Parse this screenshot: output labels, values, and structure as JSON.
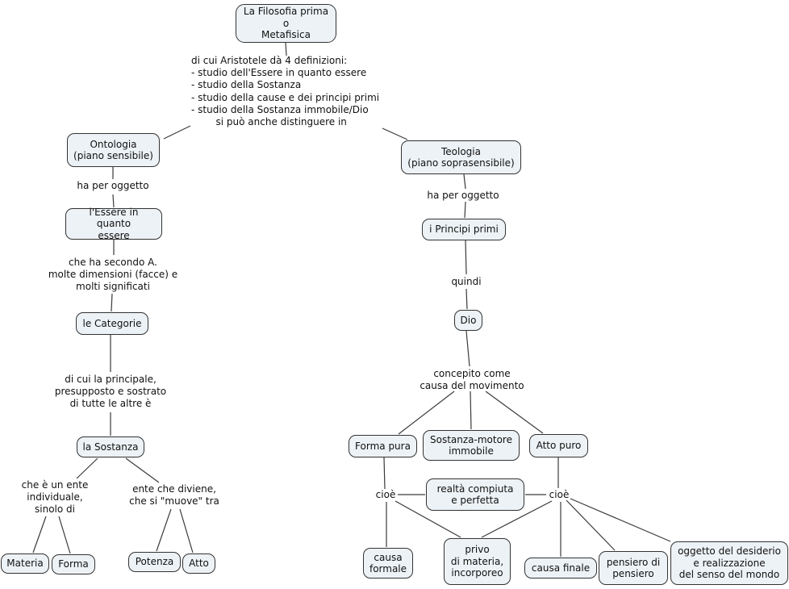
{
  "diagram": {
    "title_node": "La Filosofia prima\no\nMetafisica",
    "nodes": {
      "filosofia": "La Filosofia prima\no\nMetafisica",
      "ontologia": "Ontologia\n(piano sensibile)",
      "essere": "l'Essere in quanto\nessere",
      "categorie": "le Categorie",
      "sostanza": "la Sostanza",
      "materia": "Materia",
      "forma": "Forma",
      "potenza": "Potenza",
      "atto": "Atto",
      "teologia": "Teologia\n(piano soprasensibile)",
      "principi_primi": "i Principi primi",
      "dio": "Dio",
      "forma_pura": "Forma pura",
      "sostanza_motore": "Sostanza-motore\nimmobile",
      "atto_puro": "Atto puro",
      "realta_compiuta": "realtà compiuta\ne perfetta",
      "causa_formale": "causa\nformale",
      "privo_materia": "privo\ndi materia,\nincorporeo",
      "causa_finale": "causa finale",
      "pensiero_pensiero": "pensiero di\npensiero",
      "oggetto_desiderio": "oggetto del desiderio\ne realizzazione\ndel senso del mondo"
    },
    "labels": {
      "definizioni": "di cui Aristotele dà 4 definizioni:\n- studio dell'Essere in quanto essere\n- studio della Sostanza\n- studio della cause e dei principi primi\n- studio della Sostanza immobile/Dio\n        si può anche distinguere in",
      "ha_per_oggetto_sx": "ha per oggetto",
      "che_ha_secondo": "che ha secondo A.\nmolte dimensioni (facce) e\nmolti significati",
      "di_cui_principale": "di cui la principale,\npresupposto e sostrato\ndi tutte le altre è",
      "che_e_un_ente": "che è un ente\nindividuale,\nsinolo di",
      "ente_che_diviene": "ente che diviene,\nche si \"muove\" tra",
      "ha_per_oggetto_dx": "ha per oggetto",
      "quindi": "quindi",
      "concepito_come": "concepito come\ncausa del movimento",
      "cioe_sx": "cioè",
      "cioe_dx": "cioè"
    },
    "colors": {
      "node_fill": "#edf2f6",
      "node_border": "#333333",
      "line": "#3a3a3a",
      "text": "#111111",
      "background": "#ffffff"
    }
  }
}
